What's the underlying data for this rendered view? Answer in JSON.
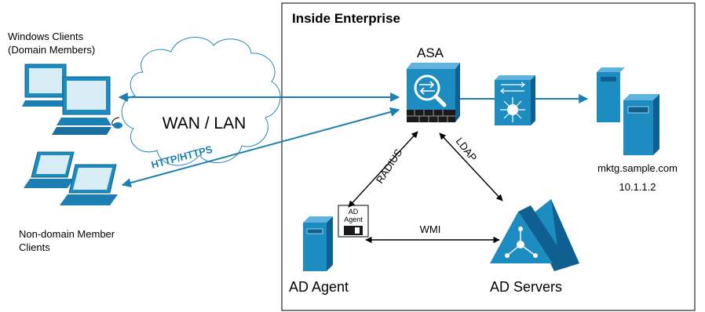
{
  "title": "Inside Enterprise",
  "nodes": {
    "windows_clients": [
      "Windows Clients",
      "(Domain Members)"
    ],
    "non_domain_clients": [
      "Non-domain Member",
      "Clients"
    ],
    "cloud": "WAN / LAN",
    "asa": "ASA",
    "server": [
      "mktg.sample.com",
      "10.1.1.2"
    ],
    "ad_agent": "AD Agent",
    "ad_agent_badge": [
      "AD",
      "Agent"
    ],
    "ad_servers": "AD Servers"
  },
  "links": {
    "http": "HTTP/HTTPS",
    "radius": "RADIUS",
    "ldap": "LDAP",
    "wmi": "WMI"
  },
  "colors": {
    "flow": "#1b7fb3",
    "device_blue": "#1d8cc0",
    "device_light": "#d8ecf6",
    "ink": "#000000"
  }
}
